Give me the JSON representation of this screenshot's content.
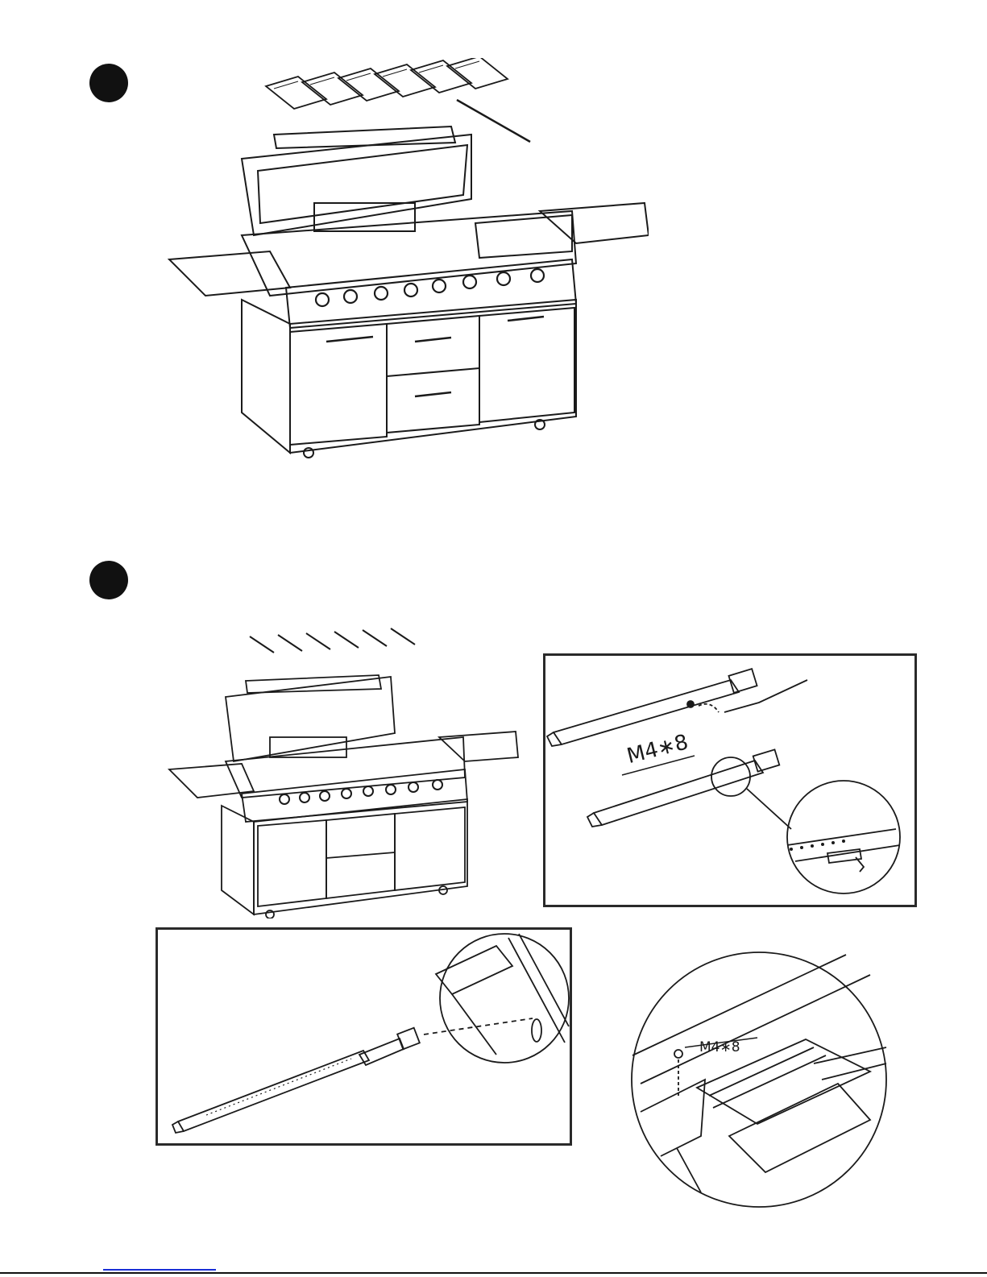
{
  "steps": [
    {
      "marker": "step-1"
    },
    {
      "marker": "step-2"
    }
  ],
  "fasteners": {
    "burner_screw_label": "M4∗8",
    "detail_screw_label": "M4∗8"
  },
  "colors": {
    "ink": "#1a1a1a",
    "frame": "#2a2a2a",
    "footer_link": "#1a2fd6"
  },
  "icons": [
    "grill-illustration",
    "heat-tent",
    "burner-tube",
    "screw",
    "magnifier-detail"
  ]
}
